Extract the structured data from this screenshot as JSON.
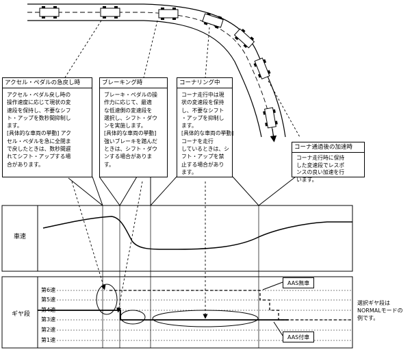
{
  "phases": [
    {
      "title": "アクセル・ペダルの急戻し時",
      "body": "アクセル・ペダル戻し時の\n操作速度に応じて現状の変\n速段を保持し、不要なシフ\nト・アップを数秒間抑制し\nます。\n[具体的な車両の挙動] アク\nセル・ペダルを急に全閉ま\nで戻したときは、数秒間遅\nれてシフト・アップする場\n合があります。"
    },
    {
      "title": "ブレーキング時",
      "body": "ブレーキ・ペダルの操\n作力に応じて、最適\nな低速側の変速段を\n選択し、シフト・ダウ\nンを実施します。\n[具体的な車両の挙動]\n強いブレーキを踏んだ\nときは、シフト・ダウ\nンする場合がありま\nす。"
    },
    {
      "title": "コーナリング中",
      "body": "コーナ走行中は現\n状の変速段を保持\nし、不要なシフト\n・アップを抑制し\nます。\n[具体的な車両の挙動]\nコーナを走行\nしているときは、シ\nフト・アップを禁\n止する場合があり\nます。"
    },
    {
      "title": "コーナ通過後の加速時",
      "body": "コーナ走行時に保持\nした変速段でレスポ\nンスの良い加速を行\nいます。"
    }
  ],
  "speed_label": "車速",
  "gear_label": "ギヤ段",
  "gears": [
    "第6速",
    "第5速",
    "第4速",
    "第3速",
    "第2速",
    "第1速"
  ],
  "aas_off_label": "AAS無車",
  "aas_on_label": "AAS付車",
  "note": "選択ギヤ段は\nNORMALモードの\n例です。"
}
